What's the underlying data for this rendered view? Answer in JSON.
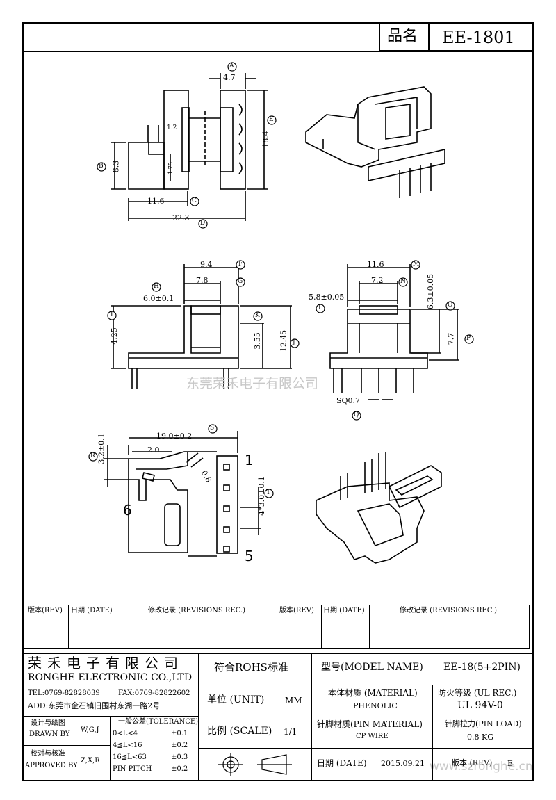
{
  "header": {
    "name_label": "品名",
    "part_no": "EE-1801"
  },
  "drawing": {
    "dims": {
      "d1": "4.7",
      "d2": "18.4",
      "d3": "1.2",
      "d4": "8.3",
      "d5": "1.75",
      "d6": "11.6",
      "d7": "22.3",
      "d8": "9.4",
      "d9": "7.8",
      "d10": "6.0±0.1",
      "d11": "4.25",
      "d12": "3.55",
      "d13": "12.45",
      "d14": "11.6",
      "d15": "7.2",
      "d16": "5.8±0.05",
      "d17": "6.3±0.05",
      "d18": "7.7",
      "d19": "SQ0.7",
      "d20": "19.0±0.2",
      "d21": "3.2±0.1",
      "d22": "2.0",
      "d23": "0.8",
      "d24": "4*3.0±0.1"
    },
    "callouts": [
      "A",
      "B",
      "C",
      "D",
      "E",
      "F",
      "G",
      "H",
      "I",
      "J",
      "K",
      "L",
      "M",
      "N",
      "O",
      "P",
      "Q",
      "R",
      "S",
      "T"
    ],
    "pin_labels": {
      "p1": "1",
      "p5": "5",
      "p6": "6"
    },
    "watermark": "东莞荣禾电子有限公司",
    "watermark_url": "www.szronghe.cn"
  },
  "revisions": {
    "headers": [
      "版本(REV)",
      "日期 (DATE)",
      "修改记录 (REVISIONS REC.)",
      "版本(REV)",
      "日期 (DATE)",
      "修改记录 (REVISIONS REC.)"
    ]
  },
  "title_block": {
    "company_cn": "荣禾电子有限公司",
    "company_en": "RONGHE ELECTRONIC CO.,LTD",
    "tel": "TEL:0769-82828039",
    "fax": "FAX:0769-82822602",
    "address": "ADD:东莞市企石镇旧围村东湖一路2号",
    "designed_cn": "设计与绘图",
    "designed_en": "DRAWN BY",
    "designed_val": "W,G,J",
    "approved_cn": "校对与核准",
    "approved_en": "APPROVED BY",
    "approved_val": "Z,X,R",
    "tol_title": "一般公差(TOLERANCE)",
    "tol_rows": [
      {
        "range": "0<L<4",
        "val": "±0.1"
      },
      {
        "range": "4≦L<16",
        "val": "±0.2"
      },
      {
        "range": "16≦L<63",
        "val": "±0.3"
      },
      {
        "range": "PIN PITCH",
        "val": "±0.2"
      }
    ],
    "rohs": "符合ROHS标准",
    "unit_label": "单位 (UNIT)",
    "unit_val": "MM",
    "scale_label": "比例  (SCALE)",
    "scale_val": "1/1",
    "model_label": "型号(MODEL NAME)",
    "model_val": "EE-18(5+2PIN)",
    "material_label": "本体材质 (MATERIAL)",
    "material_val": "PHENOLIC",
    "ul_label": "防火等级 (UL REC.)",
    "ul_val": "UL 94V-0",
    "pin_mat_label": "针脚材质(PIN MATERIAL)",
    "pin_mat_val": "CP WIRE",
    "pin_load_label": "针脚拉力(PIN LOAD)",
    "pin_load_val": "0.8 KG",
    "date_label": "日期 (DATE)",
    "date_val": "2015.09.21",
    "rev_label": "版本 (REV)",
    "rev_val": "E"
  }
}
